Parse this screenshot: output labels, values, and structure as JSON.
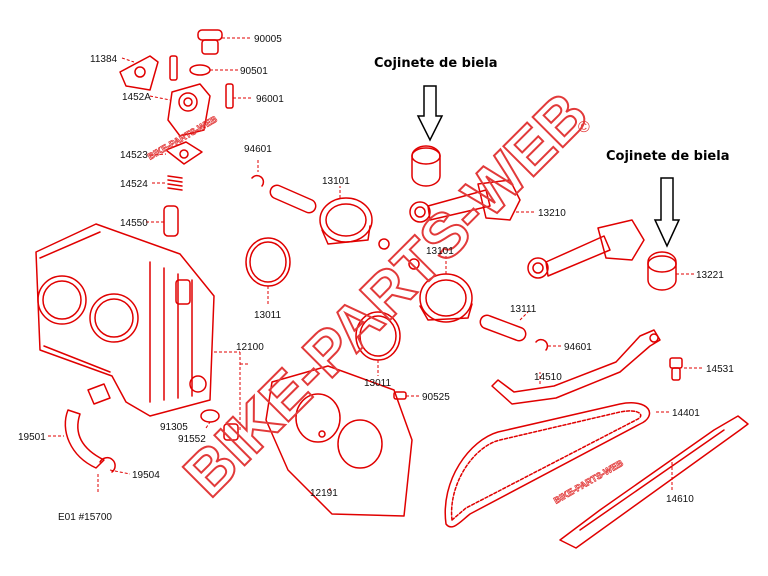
{
  "callouts": {
    "left": "Cojinete de biela",
    "right": "Cojinete de biela"
  },
  "watermark": {
    "main": "BIKE-PARTS-WEB",
    "small_top": "BIKE-PARTS-WEB",
    "small_bottom": "BIKE-PARTS-WEB",
    "copyright": "©"
  },
  "part_numbers": {
    "p90005": "90005",
    "p11384": "11384",
    "p90501": "90501",
    "p1452A": "1452A",
    "p96001": "96001",
    "p94601a": "94601",
    "p14523": "14523",
    "p14524": "14524",
    "p14550": "14550",
    "p13101a": "13101",
    "p13210": "13210",
    "p13101b": "13101",
    "p13221": "13221",
    "p13011a": "13011",
    "p13111": "13111",
    "p94601b": "94601",
    "p12100": "12100",
    "p13011b": "13011",
    "p14510": "14510",
    "p14531": "14531",
    "p90525": "90525",
    "p91305": "91305",
    "p91552": "91552",
    "p14401": "14401",
    "p19501": "19501",
    "p19504": "19504",
    "p12191": "12191",
    "p14610": "14610",
    "pE01": "E01 #15700"
  }
}
